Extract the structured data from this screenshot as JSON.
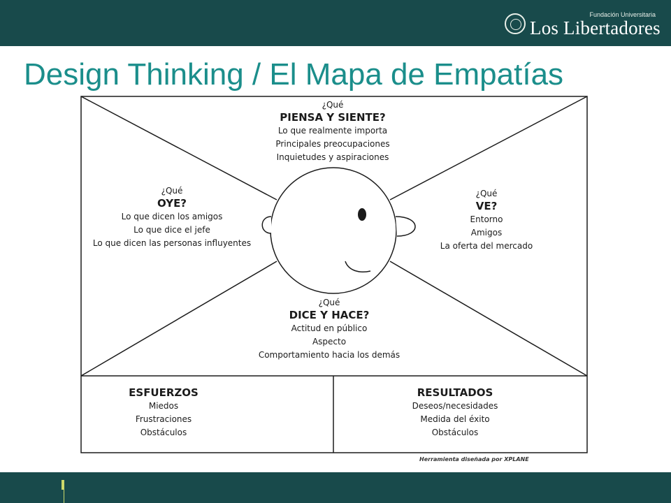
{
  "brand": {
    "subtitle": "Fundación Universitaria",
    "name": "Los Libertadores"
  },
  "slide": {
    "title": "Design Thinking / El Mapa de Empatías"
  },
  "map": {
    "think": {
      "question": "¿Qué",
      "heading": "PIENSA Y SIENTE?",
      "items": [
        "Lo que realmente importa",
        "Principales preocupaciones",
        "Inquietudes y aspiraciones"
      ]
    },
    "hear": {
      "question": "¿Qué",
      "heading": "OYE?",
      "items": [
        "Lo que dicen los amigos",
        "Lo que dice el jefe",
        "Lo que dicen las personas influyentes"
      ]
    },
    "see": {
      "question": "¿Qué",
      "heading": "VE?",
      "items": [
        "Entorno",
        "Amigos",
        "La oferta del mercado"
      ]
    },
    "say": {
      "question": "¿Qué",
      "heading": "DICE Y HACE?",
      "items": [
        "Actitud en público",
        "Aspecto",
        "Comportamiento hacia los demás"
      ]
    },
    "pains": {
      "heading": "ESFUERZOS",
      "items": [
        "Miedos",
        "Frustraciones",
        "Obstáculos"
      ]
    },
    "gains": {
      "heading": "RESULTADOS",
      "items": [
        "Deseos/necesidades",
        "Medida del éxito",
        "Obstáculos"
      ]
    },
    "credit": "Herramienta diseñada por XPLANE"
  },
  "colors": {
    "bar": "#184a4b",
    "title": "#1b8e8b",
    "accent": "#cdd96a"
  }
}
